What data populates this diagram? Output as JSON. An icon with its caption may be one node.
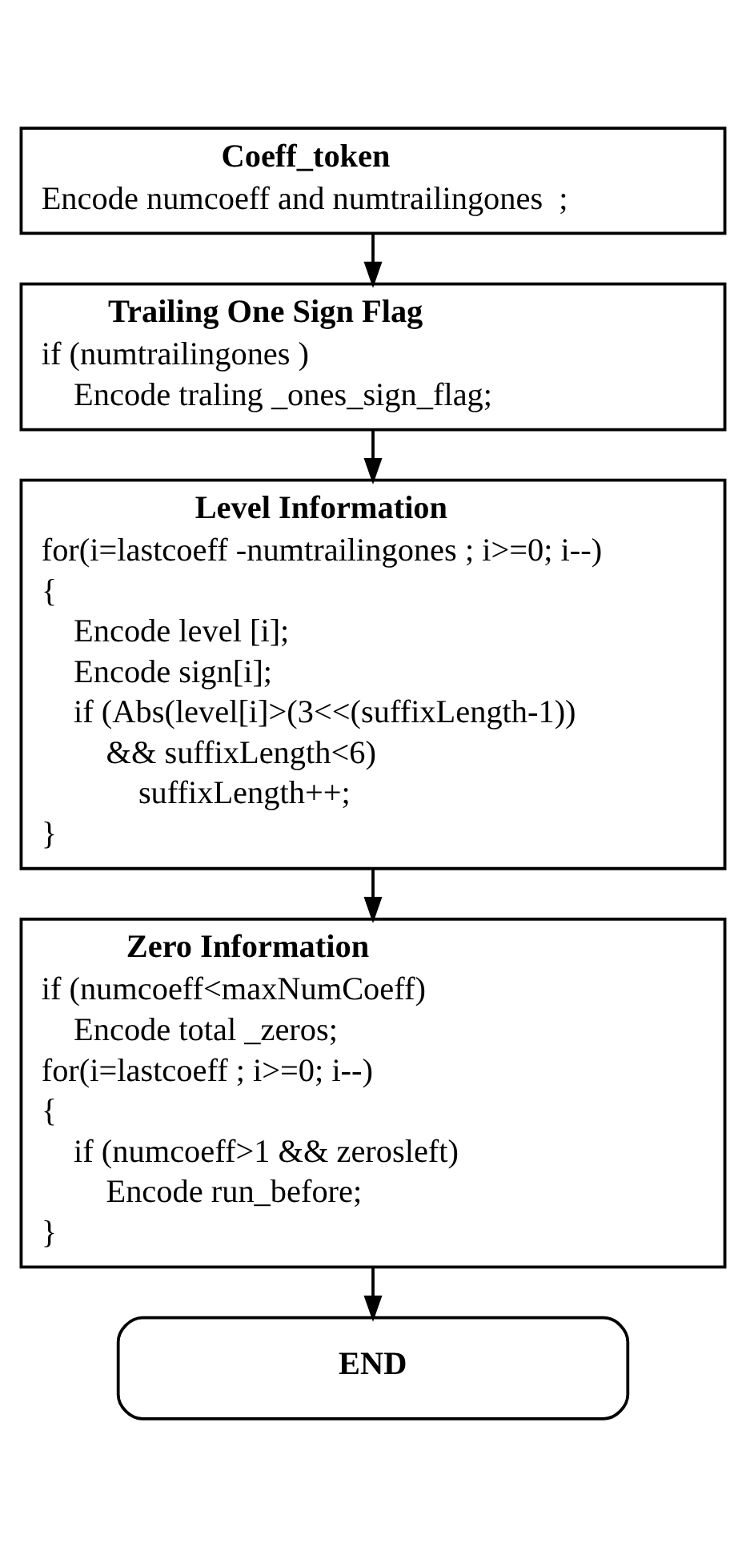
{
  "diagram": {
    "nodes": [
      {
        "text": [
          "Coeff_token",
          "Encode numcoeff and numtrailingones  ;"
        ]
      },
      {
        "text": [
          "Trailing One Sign Flag",
          "if (numtrailingones )",
          "Encode traling _ones_sign_flag;"
        ]
      },
      {
        "text": [
          "Level Information",
          "for(i=lastcoeff -numtrailingones ; i>=0; i--)",
          "{",
          "Encode level [i];",
          "Encode sign[i];",
          "if (Abs(level[i]>(3<<(suffixLength-1))",
          "&& suffixLength<6)",
          "suffixLength++;",
          "}"
        ]
      },
      {
        "text": [
          "Zero Information",
          "if (numcoeff<maxNumCoeff)",
          "Encode total _zeros;",
          "for(i=lastcoeff ; i>=0; i--)",
          "{",
          "if (numcoeff>1 && zerosleft)",
          "Encode run_before;",
          "}"
        ]
      },
      {
        "text": [
          "END"
        ]
      }
    ],
    "edges": [
      {
        "from": 0,
        "to": 1,
        "arrow": "to"
      },
      {
        "from": 1,
        "to": 2,
        "arrow": "to"
      },
      {
        "from": 2,
        "to": 3,
        "arrow": "to"
      },
      {
        "from": 3,
        "to": 4,
        "arrow": "to"
      }
    ]
  }
}
